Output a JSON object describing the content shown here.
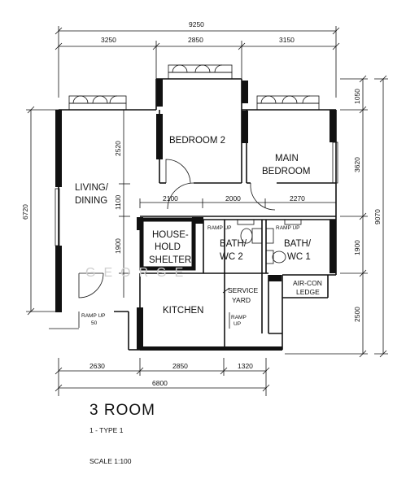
{
  "dimensions": {
    "top_total": "9250",
    "top_1": "3250",
    "top_2": "2850",
    "top_3": "3150",
    "mid_1": "2100",
    "mid_2": "2000",
    "mid_3": "2270",
    "bottom_1": "2630",
    "bottom_2": "2850",
    "bottom_3": "1320",
    "bottom_total": "6800",
    "left_total": "6720",
    "left_1": "2520",
    "left_2": "1100",
    "left_3": "1900",
    "right_1": "1050",
    "right_2": "3620",
    "right_3": "1900",
    "right_4": "2500",
    "right_total": "9070"
  },
  "rooms": {
    "bedroom2": "BEDROOM 2",
    "main_bedroom_1": "MAIN",
    "main_bedroom_2": "BEDROOM",
    "living_1": "LIVING/",
    "living_2": "DINING",
    "shelter_1": "HOUSE-",
    "shelter_2": "HOLD",
    "shelter_3": "SHELTER",
    "bath2_1": "BATH/",
    "bath2_2": "WC 2",
    "bath1_1": "BATH/",
    "bath1_2": "WC 1",
    "aircon_1": "AIR-CON",
    "aircon_2": "LEDGE",
    "kitchen": "KITCHEN",
    "service_1": "SERVICE",
    "service_2": "YARD"
  },
  "annotations": {
    "ramp_up": "RAMP UP",
    "ramp_up_short": "RAMP",
    "up": "UP",
    "ramp_num": "50"
  },
  "watermark": "GEORGE",
  "footer": {
    "title": "3 ROOM",
    "subtitle": "1    - TYPE 1",
    "scale": "SCALE   1:100"
  }
}
